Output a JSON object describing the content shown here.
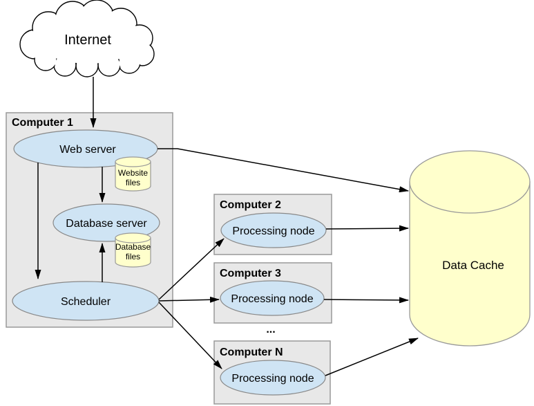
{
  "colors": {
    "node_fill": "#cfe4f4",
    "storage_fill": "#ffffcc",
    "computer_box_fill": "#e8e8e8",
    "shape_border": "#888888",
    "arrow": "#000000",
    "background": "#ffffff"
  },
  "internet": {
    "label": "Internet"
  },
  "computer1": {
    "title": "Computer 1",
    "web_server_label": "Web server",
    "website_files_line1": "Website",
    "website_files_line2": "files",
    "database_server_label": "Database server",
    "database_files_line1": "Database",
    "database_files_line2": "files",
    "scheduler_label": "Scheduler"
  },
  "computer2": {
    "title": "Computer 2",
    "node_label": "Processing node"
  },
  "computer3": {
    "title": "Computer 3",
    "node_label": "Processing node"
  },
  "ellipsis": "...",
  "computerN": {
    "title": "Computer N",
    "node_label": "Processing node"
  },
  "data_cache": {
    "label": "Data Cache"
  }
}
